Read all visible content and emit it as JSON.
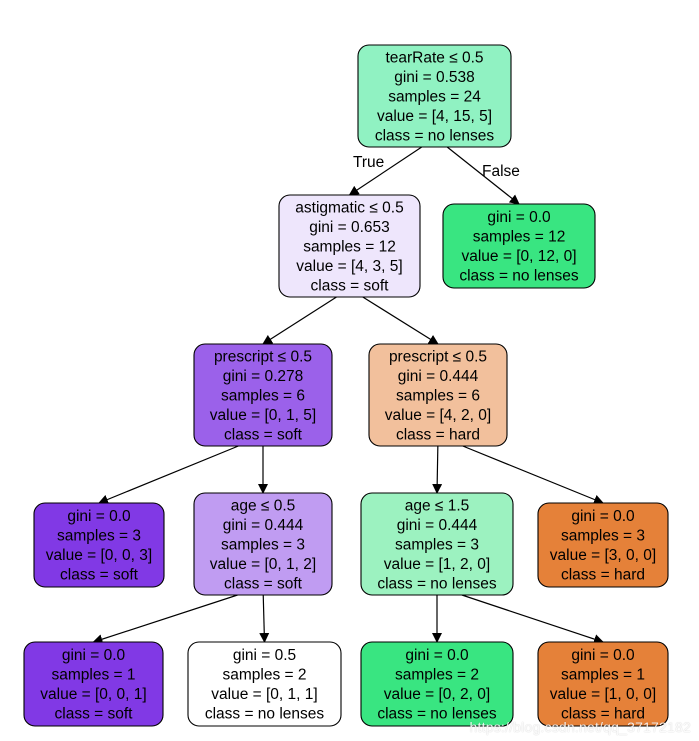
{
  "nodes": [
    {
      "id": "n0",
      "fill": "#90f2c2",
      "lines": [
        "tearRate ≤ 0.5",
        "gini = 0.538",
        "samples = 24",
        "value = [4, 15, 5]",
        "class = no lenses"
      ]
    },
    {
      "id": "n1",
      "fill": "#eee6fc",
      "lines": [
        "astigmatic ≤ 0.5",
        "gini = 0.653",
        "samples = 12",
        "value = [4, 3, 5]",
        "class = soft"
      ]
    },
    {
      "id": "n2",
      "fill": "#39e581",
      "lines": [
        "gini = 0.0",
        "samples = 12",
        "value = [0, 12, 0]",
        "class = no lenses"
      ]
    },
    {
      "id": "n3",
      "fill": "#9b61ea",
      "lines": [
        "prescript ≤ 0.5",
        "gini = 0.278",
        "samples = 6",
        "value = [0, 1, 5]",
        "class = soft"
      ]
    },
    {
      "id": "n4",
      "fill": "#f2c09c",
      "lines": [
        "prescript ≤ 0.5",
        "gini = 0.444",
        "samples = 6",
        "value = [4, 2, 0]",
        "class = hard"
      ]
    },
    {
      "id": "n5",
      "fill": "#8139e5",
      "lines": [
        "gini = 0.0",
        "samples = 3",
        "value = [0, 0, 3]",
        "class = soft"
      ]
    },
    {
      "id": "n6",
      "fill": "#c09cf2",
      "lines": [
        "age ≤ 0.5",
        "gini = 0.444",
        "samples = 3",
        "value = [0, 1, 2]",
        "class = soft"
      ]
    },
    {
      "id": "n7",
      "fill": "#9cf2c0",
      "lines": [
        "age ≤ 1.5",
        "gini = 0.444",
        "samples = 3",
        "value = [1, 2, 0]",
        "class = no lenses"
      ]
    },
    {
      "id": "n8",
      "fill": "#e58139",
      "lines": [
        "gini = 0.0",
        "samples = 3",
        "value = [3, 0, 0]",
        "class = hard"
      ]
    },
    {
      "id": "n9",
      "fill": "#8139e5",
      "lines": [
        "gini = 0.0",
        "samples = 1",
        "value = [0, 0, 1]",
        "class = soft"
      ]
    },
    {
      "id": "n10",
      "fill": "#ffffff",
      "lines": [
        "gini = 0.5",
        "samples = 2",
        "value = [0, 1, 1]",
        "class = no lenses"
      ]
    },
    {
      "id": "n11",
      "fill": "#39e581",
      "lines": [
        "gini = 0.0",
        "samples = 2",
        "value = [0, 2, 0]",
        "class = no lenses"
      ]
    },
    {
      "id": "n12",
      "fill": "#e58139",
      "lines": [
        "gini = 0.0",
        "samples = 1",
        "value = [1, 0, 0]",
        "class = hard"
      ]
    }
  ],
  "edges": [
    {
      "from": "n0",
      "to": "n1",
      "label": "True"
    },
    {
      "from": "n0",
      "to": "n2",
      "label": "False"
    },
    {
      "from": "n1",
      "to": "n3",
      "label": ""
    },
    {
      "from": "n1",
      "to": "n4",
      "label": ""
    },
    {
      "from": "n3",
      "to": "n5",
      "label": ""
    },
    {
      "from": "n3",
      "to": "n6",
      "label": ""
    },
    {
      "from": "n4",
      "to": "n7",
      "label": ""
    },
    {
      "from": "n4",
      "to": "n8",
      "label": ""
    },
    {
      "from": "n6",
      "to": "n9",
      "label": ""
    },
    {
      "from": "n6",
      "to": "n10",
      "label": ""
    },
    {
      "from": "n7",
      "to": "n11",
      "label": ""
    },
    {
      "from": "n7",
      "to": "n12",
      "label": ""
    }
  ],
  "watermark": "https://blog.csdn.net/qq_37172182"
}
